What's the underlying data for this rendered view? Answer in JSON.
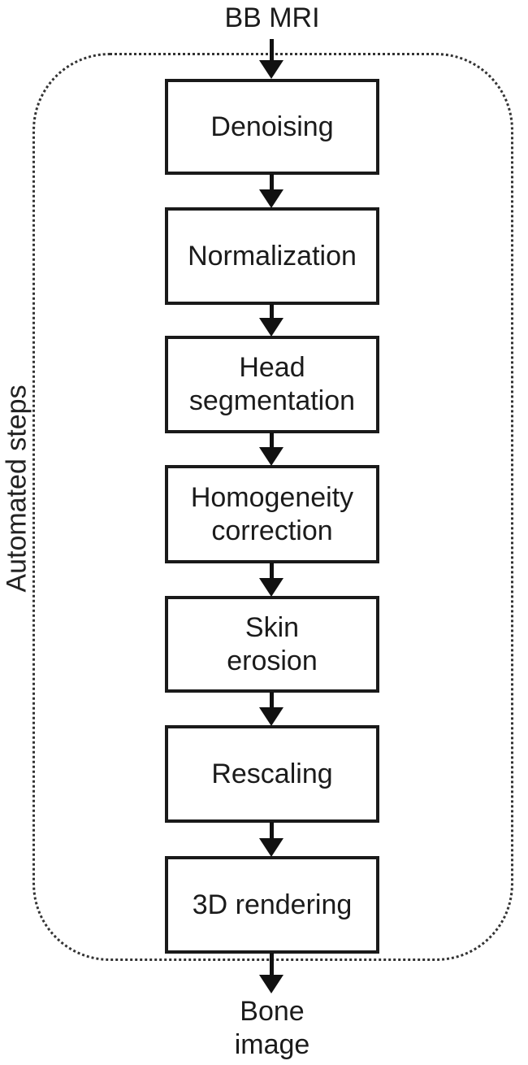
{
  "figure": {
    "title": "BB MRI bone-image processing pipeline flowchart",
    "input_label": "BB MRI",
    "output_label": "Bone\nimage",
    "boundary_label": "Automated steps",
    "steps": [
      {
        "label": "Denoising"
      },
      {
        "label": "Normalization"
      },
      {
        "label": "Head\nsegmentation"
      },
      {
        "label": "Homogeneity\ncorrection"
      },
      {
        "label": "Skin\nerosion"
      },
      {
        "label": "Rescaling"
      },
      {
        "label": "3D rendering"
      }
    ],
    "colors": {
      "background": "#ffffff",
      "text": "#1b1b1b",
      "box_border": "#1a1a1a",
      "arrow": "#111111",
      "boundary_dots": "#333333"
    }
  }
}
